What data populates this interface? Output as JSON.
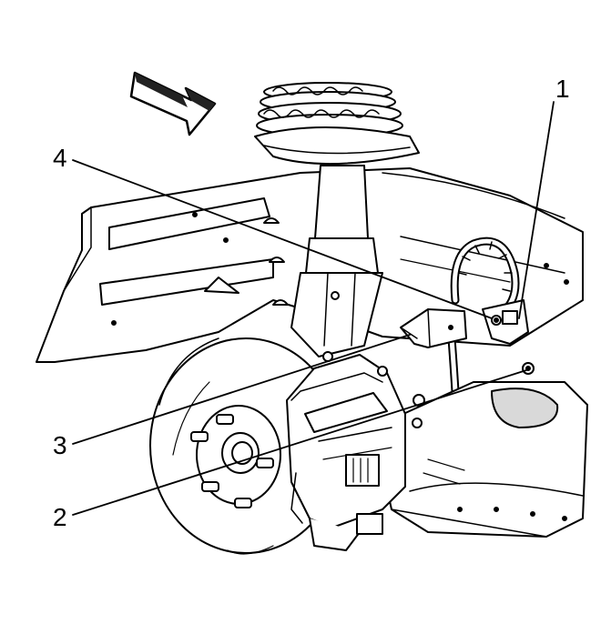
{
  "callouts": {
    "c1": "1",
    "c2": "2",
    "c3": "3",
    "c4": "4"
  },
  "colors": {
    "line": "#000000",
    "fill": "#ffffff",
    "shade": "#d9d9d9"
  }
}
